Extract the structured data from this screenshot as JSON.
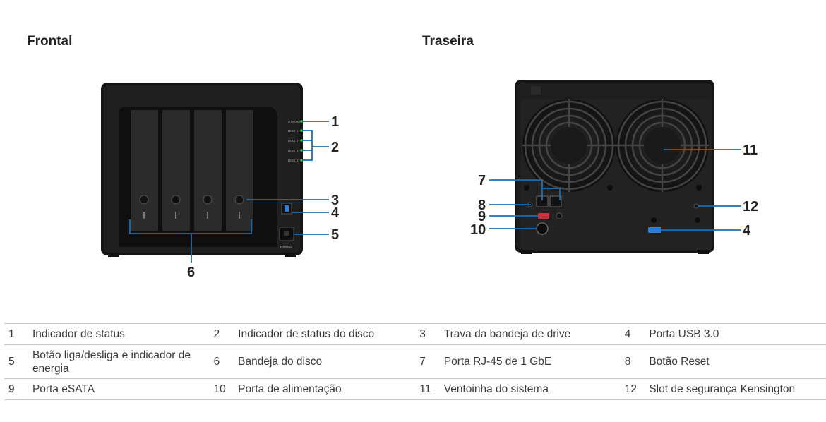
{
  "front": {
    "title": "Frontal",
    "callouts": [
      "1",
      "2",
      "3",
      "4",
      "5",
      "6"
    ],
    "panel_text": [
      "STATUS",
      "DISK 1",
      "DISK 2",
      "DISK 3",
      "DISK 4"
    ],
    "model_label": "DS920+"
  },
  "back": {
    "title": "Traseira",
    "callouts": [
      "7",
      "8",
      "9",
      "10",
      "11",
      "12",
      "4"
    ]
  },
  "legend": {
    "rows": [
      [
        {
          "num": "1",
          "label": "Indicador de status"
        },
        {
          "num": "2",
          "label": "Indicador de status do disco"
        },
        {
          "num": "3",
          "label": "Trava da bandeja de drive"
        },
        {
          "num": "4",
          "label": "Porta USB 3.0"
        }
      ],
      [
        {
          "num": "5",
          "label": "Botão liga/desliga e indicador de energia"
        },
        {
          "num": "6",
          "label": "Bandeja do disco"
        },
        {
          "num": "7",
          "label": "Porta RJ-45 de 1 GbE"
        },
        {
          "num": "8",
          "label": "Botão Reset"
        }
      ],
      [
        {
          "num": "9",
          "label": "Porta eSATA"
        },
        {
          "num": "10",
          "label": "Porta de alimentação"
        },
        {
          "num": "11",
          "label": "Ventoinha do sistema"
        },
        {
          "num": "12",
          "label": "Slot de segurança Kensington"
        }
      ]
    ]
  },
  "colors": {
    "callout_line": "#1a6fb3",
    "device_body": "#1c1c1c",
    "led_green": "#3bd23b",
    "usb_blue": "#2b7fd9",
    "esata_red": "#c8323c"
  }
}
